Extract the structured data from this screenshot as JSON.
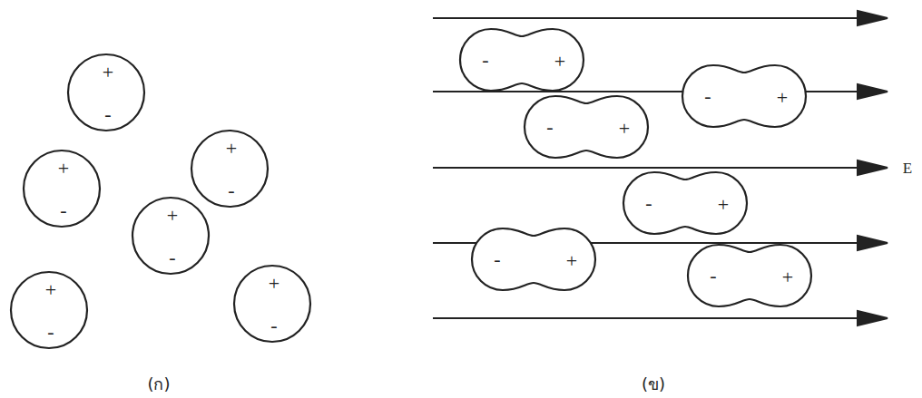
{
  "diagram": {
    "nodes": [
      {
        "text": [
          "+",
          "-"
        ]
      },
      {
        "text": [
          "+",
          "-"
        ]
      },
      {
        "text": [
          "+",
          "-"
        ]
      },
      {
        "text": [
          "+",
          "-"
        ]
      },
      {
        "text": [
          "+",
          "-"
        ]
      },
      {
        "text": [
          "+",
          "-"
        ]
      },
      {
        "text": [
          "-",
          "+"
        ]
      },
      {
        "text": [
          "-",
          "+"
        ]
      },
      {
        "text": [
          "-",
          "+"
        ]
      },
      {
        "text": [
          "-",
          "+"
        ]
      },
      {
        "text": [
          "-",
          "+"
        ]
      },
      {
        "text": [
          "-",
          "+"
        ]
      }
    ],
    "labels": [
      "(ก)",
      "(ข)",
      "E"
    ]
  }
}
